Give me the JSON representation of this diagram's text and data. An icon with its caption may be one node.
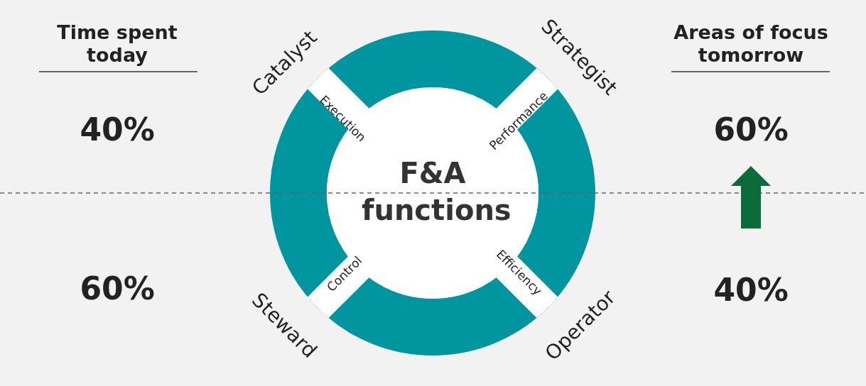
{
  "diagram": {
    "nodes": [
      {
        "text": [
          "F&A functions"
        ]
      }
    ],
    "labels": [
      "Time spent today",
      "Catalyst",
      "Strategist",
      "Areas of focus tomorrow",
      "Execution",
      "Performance",
      "40%",
      "60%",
      "Control",
      "Efficiency",
      "60%",
      "40%",
      "Steward",
      "Operator"
    ]
  }
}
